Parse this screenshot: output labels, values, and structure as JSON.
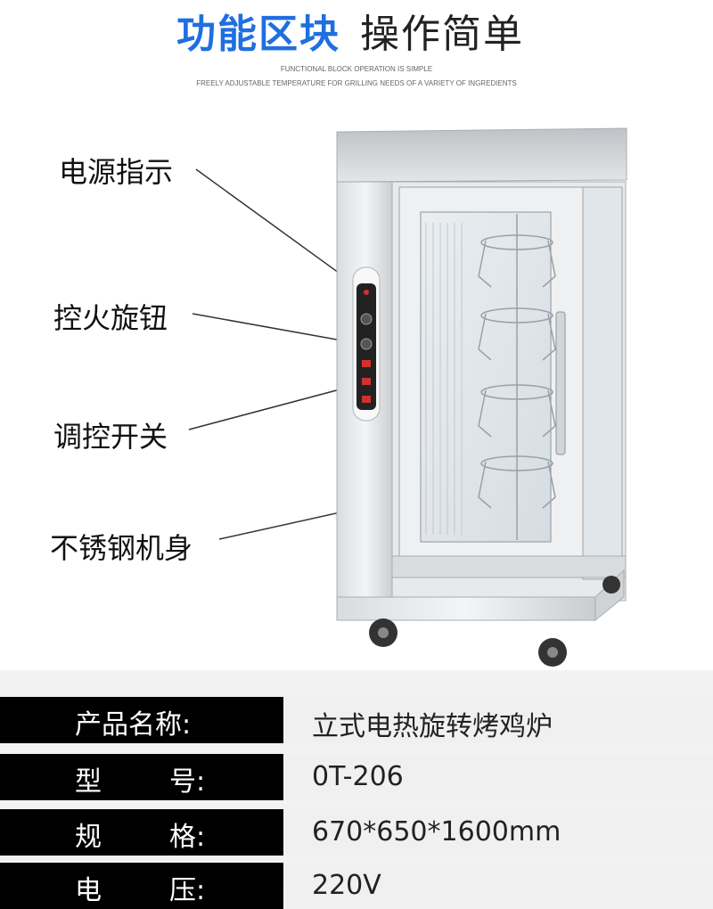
{
  "header": {
    "title_highlight": "功能区块",
    "title_rest": "操作简单",
    "subtitle_line1": "FUNCTIONAL BLOCK OPERATION IS SIMPLE",
    "subtitle_line2": "FREELY ADJUSTABLE TEMPERATURE FOR GRILLING NEEDS OF A VARIETY OF INGREDIENTS"
  },
  "callouts": [
    {
      "label": "电源指示"
    },
    {
      "label": "控火旋钮"
    },
    {
      "label": "调控开关"
    },
    {
      "label": "不锈钢机身"
    }
  ],
  "specs": [
    {
      "key_left": "产品名称:",
      "key_right": "",
      "value": "立式电热旋转烤鸡炉"
    },
    {
      "key_left": "型",
      "key_right": "号:",
      "value": "0T-206"
    },
    {
      "key_left": "规",
      "key_right": "格:",
      "value": "670*650*1600mm"
    },
    {
      "key_left": "电",
      "key_right": "压:",
      "value": "220V"
    }
  ],
  "colors": {
    "accent": "#1f6fe0",
    "spec_key_bg": "#000000",
    "spec_val_bg": "#f0f0f0"
  }
}
